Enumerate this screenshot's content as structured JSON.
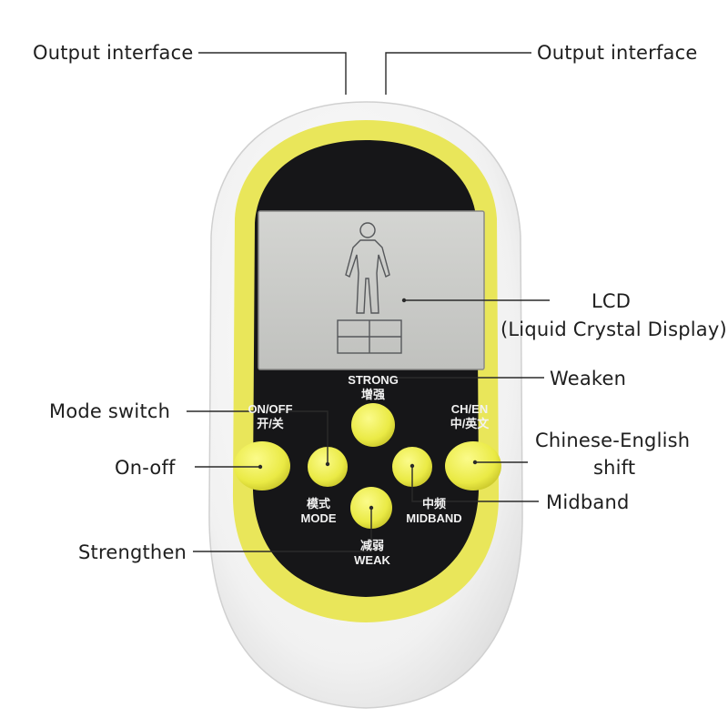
{
  "callouts": {
    "output_left": "Output interface",
    "output_right": "Output interface",
    "lcd_line1": "LCD",
    "lcd_line2": "(Liquid Crystal Display)",
    "weaken": "Weaken",
    "mode_switch": "Mode switch",
    "on_off": "On-off",
    "chinese_english_line1": "Chinese-English",
    "chinese_english_line2": "shift",
    "midband": "Midband",
    "strengthen": "Strengthen"
  },
  "device_labels": {
    "strong_en": "STRONG",
    "strong_cn": "增强",
    "onoff_en": "ON/OFF",
    "onoff_cn": "开/关",
    "chen_en": "CH/EN",
    "chen_cn": "中/英文",
    "mode_cn": "模式",
    "mode_en": "MODE",
    "midband_cn": "中频",
    "midband_en": "MIDBAND",
    "weak_cn": "减弱",
    "weak_en": "WEAK"
  },
  "colors": {
    "shell": "#f4f4f4",
    "yellow_rim": "#e9e65a",
    "panel": "#161618",
    "lcd": "#c9cac7",
    "button": "#eded4f",
    "leader_line": "#2a2a2a"
  }
}
